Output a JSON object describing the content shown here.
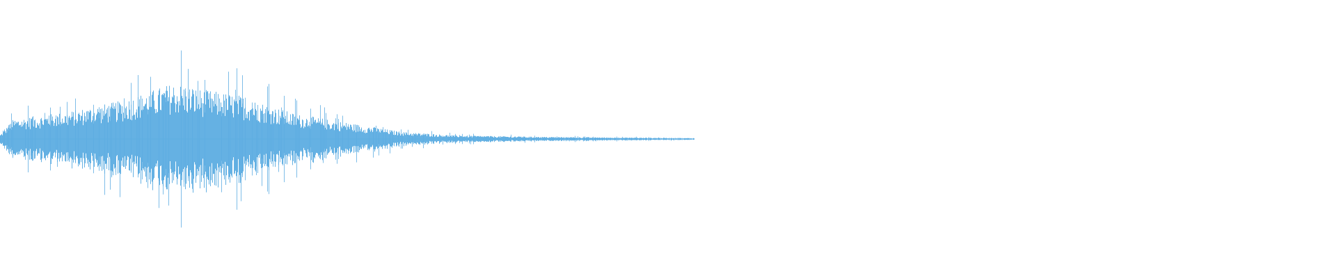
{
  "waveform": {
    "color": "#5dade2",
    "background": "#ffffff",
    "peak_amplitude": 0.72,
    "active_fraction": 0.52,
    "envelope": [
      {
        "t": 0.0,
        "a": 0.05
      },
      {
        "t": 0.01,
        "a": 0.22
      },
      {
        "t": 0.05,
        "a": 0.3
      },
      {
        "t": 0.09,
        "a": 0.42
      },
      {
        "t": 0.13,
        "a": 0.62
      },
      {
        "t": 0.15,
        "a": 0.55
      },
      {
        "t": 0.18,
        "a": 0.48
      },
      {
        "t": 0.22,
        "a": 0.28
      },
      {
        "t": 0.26,
        "a": 0.18
      },
      {
        "t": 0.3,
        "a": 0.08
      },
      {
        "t": 0.34,
        "a": 0.04
      },
      {
        "t": 0.4,
        "a": 0.025
      },
      {
        "t": 0.52,
        "a": 0.01
      }
    ]
  }
}
